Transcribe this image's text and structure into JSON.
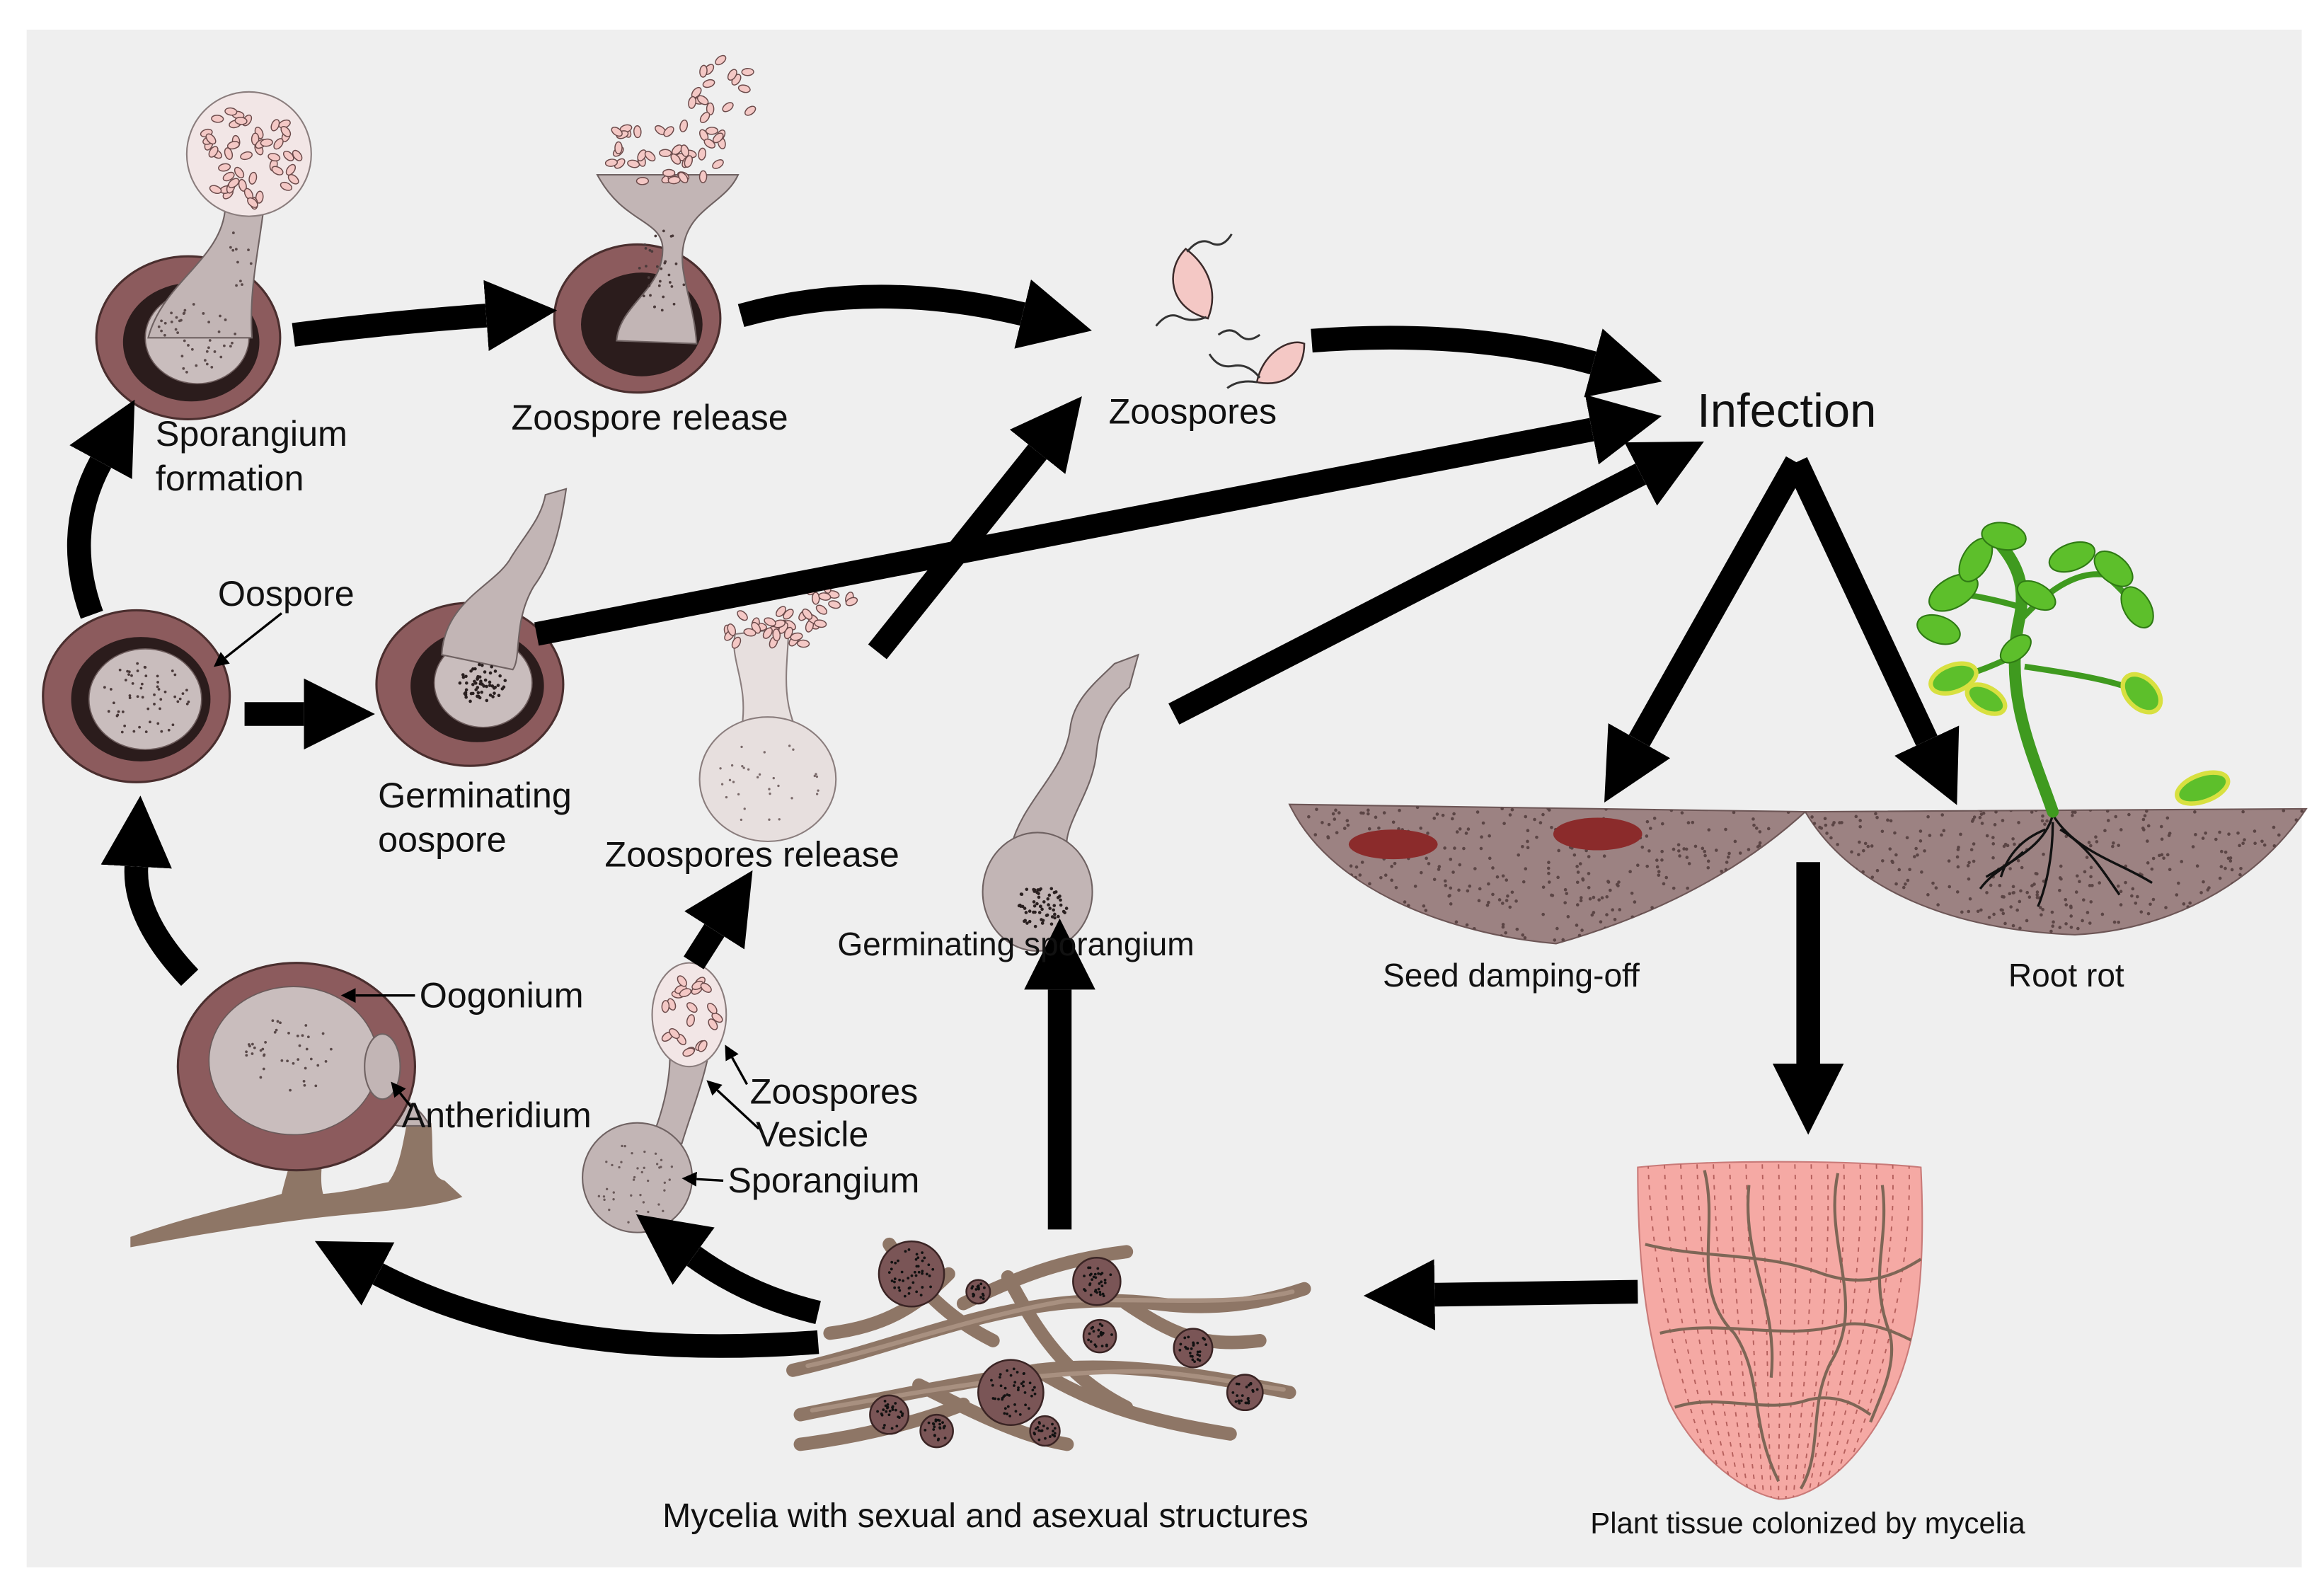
{
  "labels": {
    "sporangium_formation": [
      "Sporangium",
      "formation"
    ],
    "zoospore_release": "Zoospore release",
    "zoospores_top": "Zoospores",
    "infection": "Infection",
    "oospore": "Oospore",
    "germinating_oospore": [
      "Germinating",
      "oospore"
    ],
    "zoospores_release": "Zoospores release",
    "germinating_sporangium": "Germinating sporangium",
    "seed_damping_off": "Seed damping-off",
    "root_rot": "Root rot",
    "oogonium": "Oogonium",
    "antheridium": "Antheridium",
    "zoospores_small": "Zoospores",
    "vesicle": "Vesicle",
    "sporangium": "Sporangium",
    "mycelia": "Mycelia with sexual and asexual structures",
    "plant_tissue": "Plant tissue colonized by mycelia"
  },
  "colors": {
    "background": "#efefef",
    "oospore_wall": "#8c5b5d",
    "oospore_ring": "#2b1c1c",
    "oospore_inner": "#c9bdbd",
    "zoospore": "#f4c8c5",
    "soil": "#9c8282",
    "plant_tissue": "#f5a9a4",
    "plant_green": "#5dbf2b",
    "hypha": "#8e7666",
    "lesion": "#8b2b2b",
    "arrow": "#000000"
  }
}
